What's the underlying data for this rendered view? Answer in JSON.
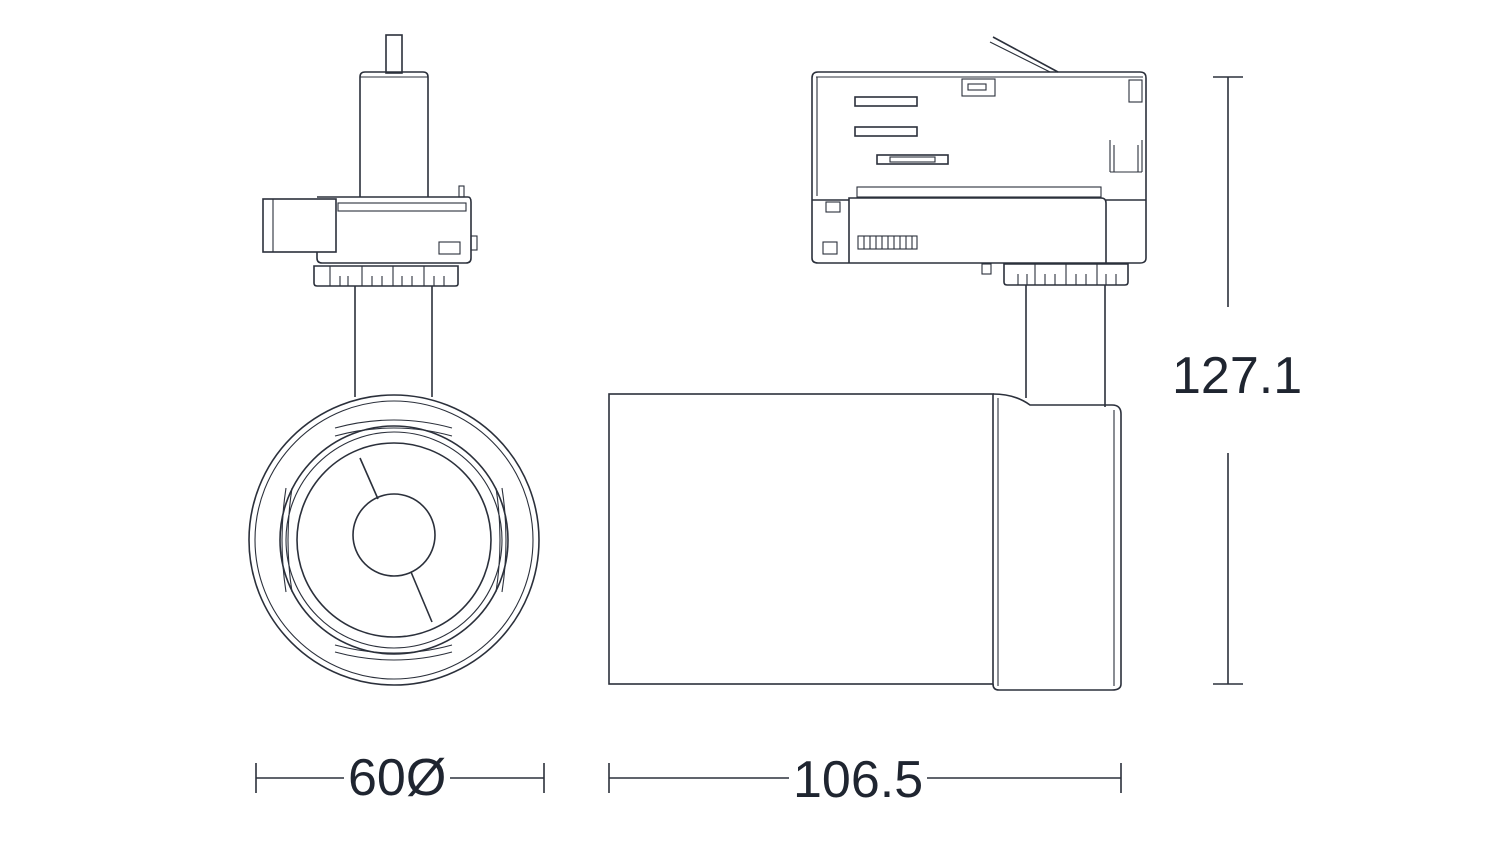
{
  "dimensions": {
    "diameter": "60Ø",
    "length": "106.5",
    "height": "127.1"
  },
  "colors": {
    "line": "#2b303b",
    "text": "#1f2530"
  }
}
